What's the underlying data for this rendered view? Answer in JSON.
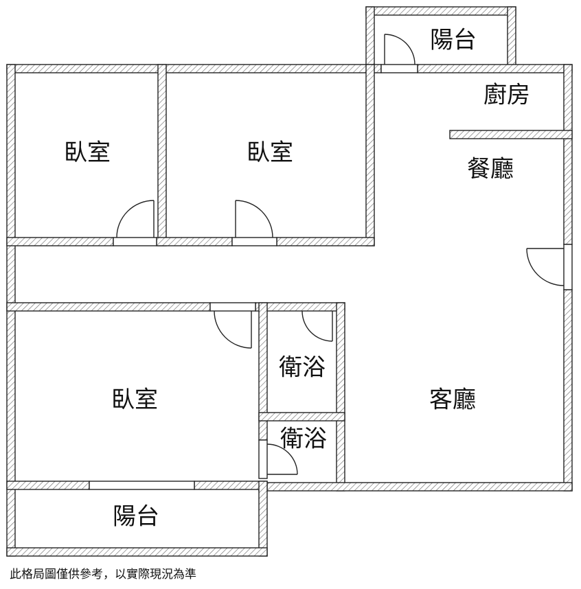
{
  "rooms": {
    "bedroom_1": "臥室",
    "bedroom_2": "臥室",
    "bedroom_3": "臥室",
    "balcony_top": "陽台",
    "kitchen": "廚房",
    "dining": "餐廳",
    "living": "客廳",
    "bath_1": "衛浴",
    "bath_2": "衛浴",
    "balcony_bottom": "陽台"
  },
  "disclaimer": "此格局圖僅供參考，以實際現況為準",
  "colors": {
    "wall_stroke": "#222222",
    "wall_hatch": "#6e6e6e",
    "background": "#ffffff"
  }
}
